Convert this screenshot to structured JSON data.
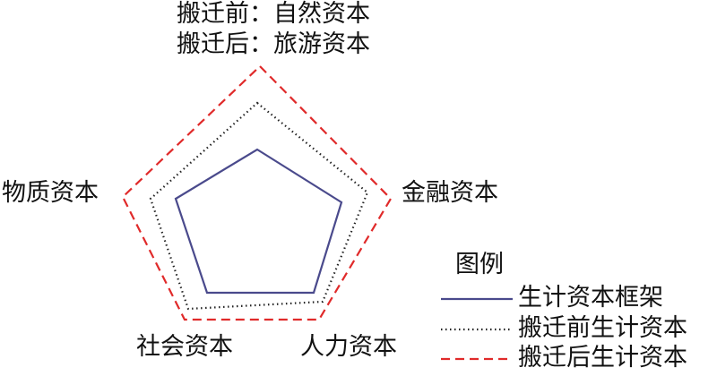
{
  "axes": {
    "top_line1": "搬迁前：自然资本",
    "top_line2": "搬迁后：旅游资本",
    "right": "金融资本",
    "bottom_right": "人力资本",
    "bottom_left": "社会资本",
    "left": "物质资本"
  },
  "legend": {
    "title": "图例",
    "items": [
      {
        "label": "生计资本框架",
        "color": "#4a4a8c",
        "style": "solid"
      },
      {
        "label": "搬迁前生计资本",
        "color": "#222222",
        "style": "dotted"
      },
      {
        "label": "搬迁后生计资本",
        "color": "#e02a2a",
        "style": "dashed"
      }
    ]
  }
}
